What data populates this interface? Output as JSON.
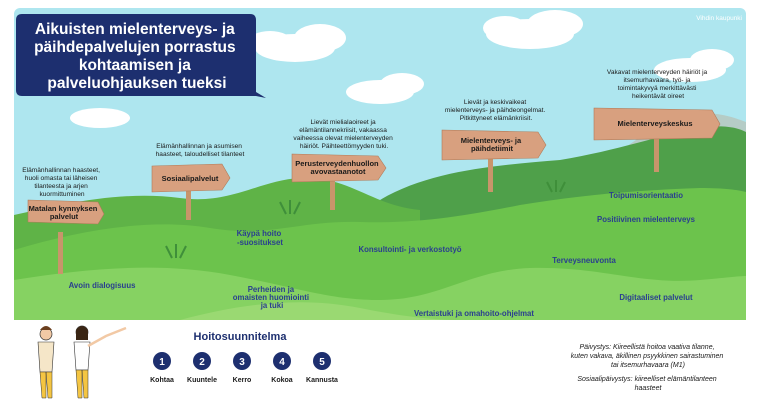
{
  "title": {
    "lines": [
      "Aikuisten mielenterveys- ja",
      "päihdepalvelujen porrastus",
      "kohtaamisen ja",
      "palveluohjauksen tueksi"
    ]
  },
  "city_credit": "Vihdin kaupunki",
  "signs": [
    {
      "desc": [
        "Elämänhallinnan haasteet,",
        "huoli omasta tai läheisen",
        "tilanteesta ja arjen",
        "kuormittuminen"
      ],
      "label": [
        "Matalan kynnyksen",
        "palvelut"
      ]
    },
    {
      "desc": [
        "Elämänhallinnan ja asumisen",
        "haasteet, taloudelliset tilanteet"
      ],
      "label": [
        "Sosiaalipalvelut"
      ]
    },
    {
      "desc": [
        "Lievät mielialaoireet ja",
        "elämäntilannekriisit, vakaassa",
        "vaiheessa olevat mielenterveyden",
        "häiriöt. Päihteettömyyden tuki."
      ],
      "label": [
        "Perusterveydenhuollon",
        "avovastaanotot"
      ]
    },
    {
      "desc": [
        "Lievät ja keskivaikeat",
        "mielenterveys- ja päihdeongelmat.",
        "Pitkittyneet elämänkriisit."
      ],
      "label": [
        "Mielenterveys- ja",
        "päihdetiimit"
      ]
    },
    {
      "desc": [
        "Vakavat mielenterveyden häiriöt ja",
        "itsemurhavaara, työ- ja",
        "toimintakyvyä merkittävästi",
        "heikentävät oireet"
      ],
      "label": [
        "Mielenterveyskeskus"
      ]
    }
  ],
  "labels": {
    "kaypa": [
      "Käypä hoito",
      "-suositukset"
    ],
    "avoin": [
      "Avoin dialogisuus"
    ],
    "konsultointi": [
      "Konsultointi- ja verkostotyö"
    ],
    "perheiden": [
      "Perheiden ja",
      "omaisten huomiointi",
      "ja tuki"
    ],
    "vertaistuki": [
      "Vertaistuki ja omahoito-ohjelmat"
    ],
    "terveysneuvonta": [
      "Terveysneuvonta"
    ],
    "toipumis": [
      "Toipumisorientaatio"
    ],
    "positiivinen": [
      "Positiivinen mielenterveys"
    ],
    "digitaaliset": [
      "Digitaaliset palvelut"
    ]
  },
  "hoito": {
    "title": "Hoitosuunnitelma",
    "steps": [
      {
        "num": "1",
        "label": "Kohtaa"
      },
      {
        "num": "2",
        "label": "Kuuntele"
      },
      {
        "num": "3",
        "label": "Kerro"
      },
      {
        "num": "4",
        "label": "Kokoa"
      },
      {
        "num": "5",
        "label": "Kannusta"
      }
    ]
  },
  "notes": {
    "paivystys": [
      "Päivystys: Kiireellistä hoitoa vaativa tilanne,",
      "kuten vakava, äkillinen psyykkinen sairastuminen",
      "tai itsemurhavaara (M1)"
    ],
    "sosiaali": [
      "Sosiaalipäivystys: kiireelliset elämäntilanteen",
      "haasteet"
    ]
  },
  "colors": {
    "sky": "#aee6ef",
    "navy": "#1d2f6f",
    "hill_dark": "#4fa04a",
    "hill_mid": "#6cc34c",
    "hill_light": "#86d262",
    "mountain": "#b5ccc6",
    "sign_wood": "#d8a07f",
    "post": "#c8956b",
    "step_circle": "#1d2f6f",
    "label_blue": "#2a3f8f"
  }
}
